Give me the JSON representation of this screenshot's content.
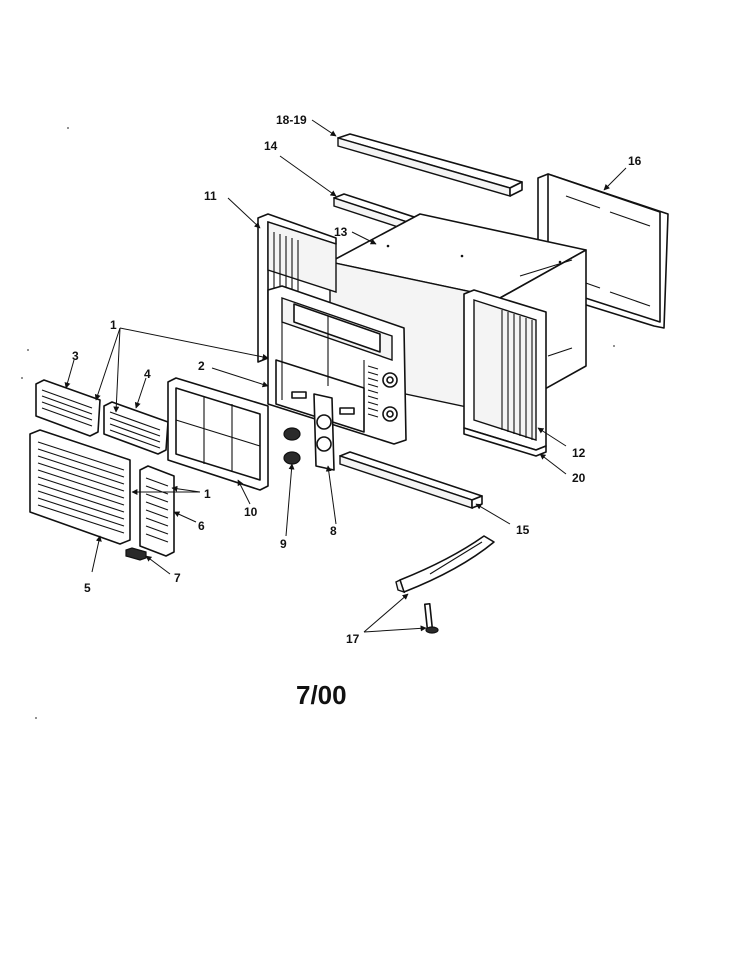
{
  "diagram": {
    "date_code": "7/00",
    "callouts": {
      "c1a": "1",
      "c1b": "1",
      "c2": "2",
      "c3": "3",
      "c4": "4",
      "c5": "5",
      "c6": "6",
      "c7": "7",
      "c8": "8",
      "c9": "9",
      "c10": "10",
      "c11": "11",
      "c12": "12",
      "c13": "13",
      "c14": "14",
      "c15": "15",
      "c16": "16",
      "c17": "17",
      "c18_19": "18-19",
      "c20": "20"
    }
  }
}
